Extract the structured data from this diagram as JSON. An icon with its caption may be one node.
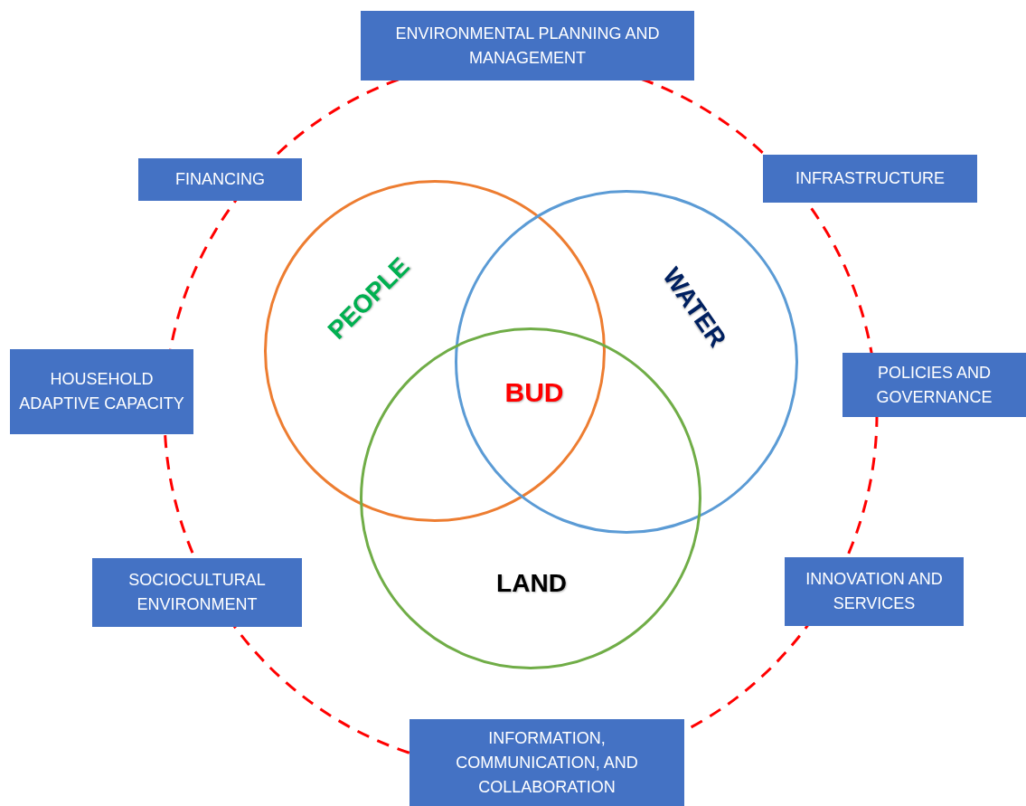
{
  "diagram": {
    "nodes": [
      {
        "text": [
          "ENVIRONMENTAL PLANNING AND MANAGEMENT"
        ]
      },
      {
        "text": [
          "FINANCING"
        ]
      },
      {
        "text": [
          "INFRASTRUCTURE"
        ]
      },
      {
        "text": [
          "HOUSEHOLD ADAPTIVE CAPACITY"
        ]
      },
      {
        "text": [
          "POLICIES AND GOVERNANCE"
        ]
      },
      {
        "text": [
          "SOCIOCULTURAL ENVIRONMENT"
        ]
      },
      {
        "text": [
          "INNOVATION AND SERVICES"
        ]
      },
      {
        "text": [
          "INFORMATION, COMMUNICATION, AND COLLABORATION"
        ]
      },
      {
        "text": [
          "PEOPLE"
        ]
      },
      {
        "text": [
          "WATER"
        ]
      },
      {
        "text": [
          "LAND"
        ]
      }
    ],
    "labels": [
      "BUD"
    ]
  }
}
